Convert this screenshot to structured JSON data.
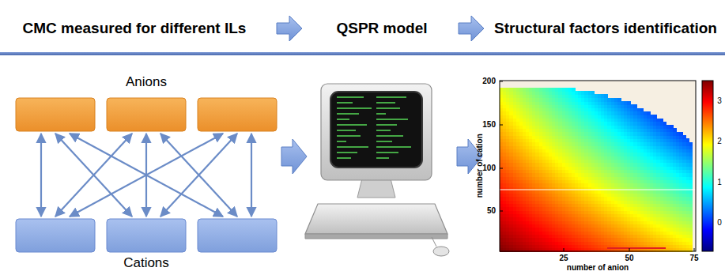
{
  "diagram": {
    "labels": [
      "CMC measured for different ILs",
      "QSPR model",
      "Structural factors identification",
      "Anions",
      "Cations",
      "200",
      "150",
      "100",
      "50",
      "25",
      "50",
      "75",
      "number of anion",
      "number of cation",
      "3",
      "2",
      "1",
      "0"
    ]
  }
}
